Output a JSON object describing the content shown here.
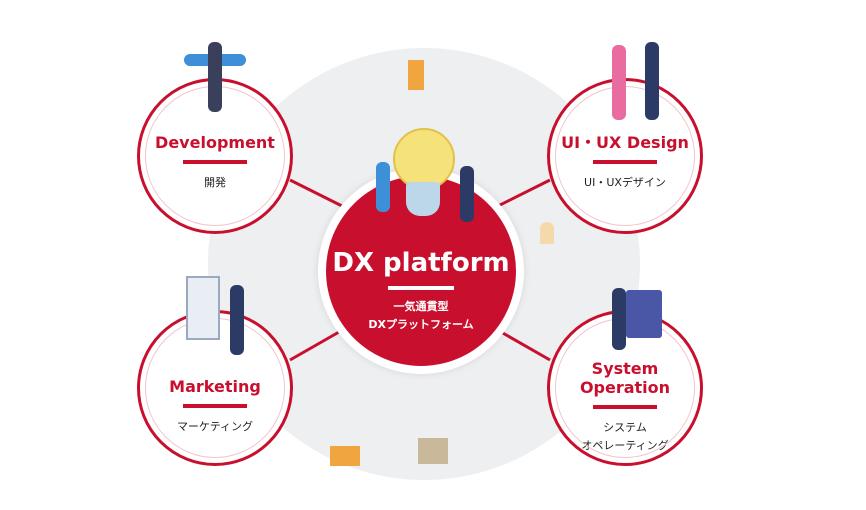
{
  "center": {
    "title": "DX platform",
    "subtitle_line1": "一気通貫型",
    "subtitle_line2": "DXプラットフォーム"
  },
  "nodes": [
    {
      "en": "Development",
      "ja": "開発"
    },
    {
      "en": "UI・UX Design",
      "ja": "UI・UXデザイン"
    },
    {
      "en": "Marketing",
      "ja": "マーケティング"
    },
    {
      "en_line1": "System",
      "en_line2": "Operation",
      "ja_line1": "システム",
      "ja_line2": "オペレーティング"
    }
  ],
  "colors": {
    "accent": "#c8102e",
    "background_circle": "#eeeff1"
  }
}
